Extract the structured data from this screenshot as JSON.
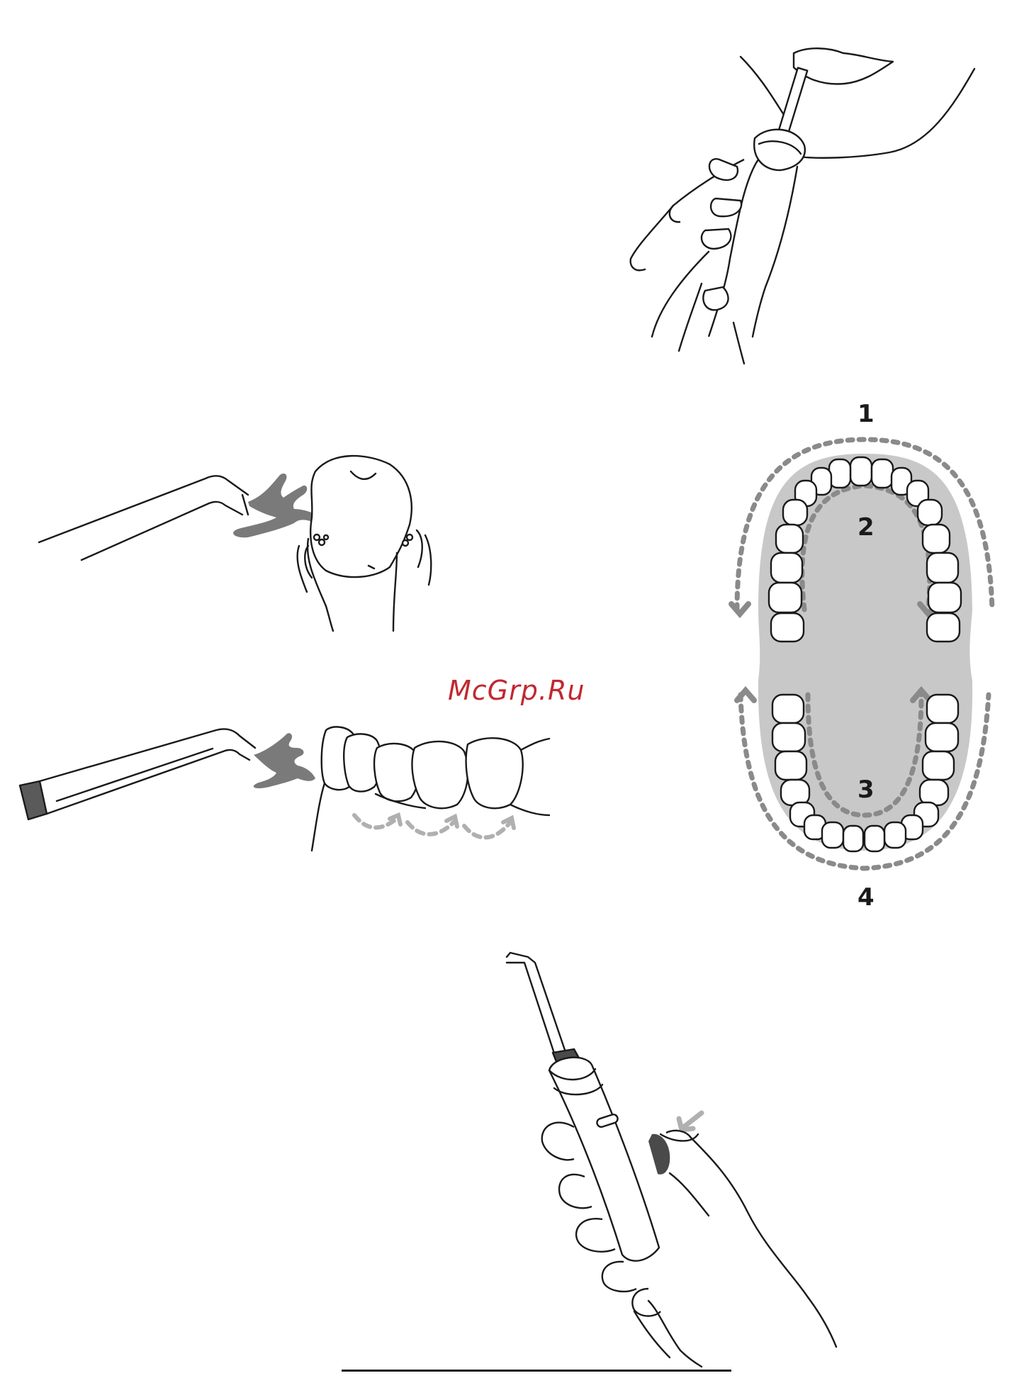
{
  "watermark": {
    "text": "McGrp.Ru"
  },
  "mouth_diagram": {
    "zone_labels": [
      "1",
      "2",
      "3",
      "4"
    ]
  },
  "colors": {
    "ink": "#1a1a1a",
    "spray": "#7a7a7a",
    "palate": "#c8c8c8",
    "path_dashes": "#8a8a8a",
    "watermark": "#c2282f"
  }
}
